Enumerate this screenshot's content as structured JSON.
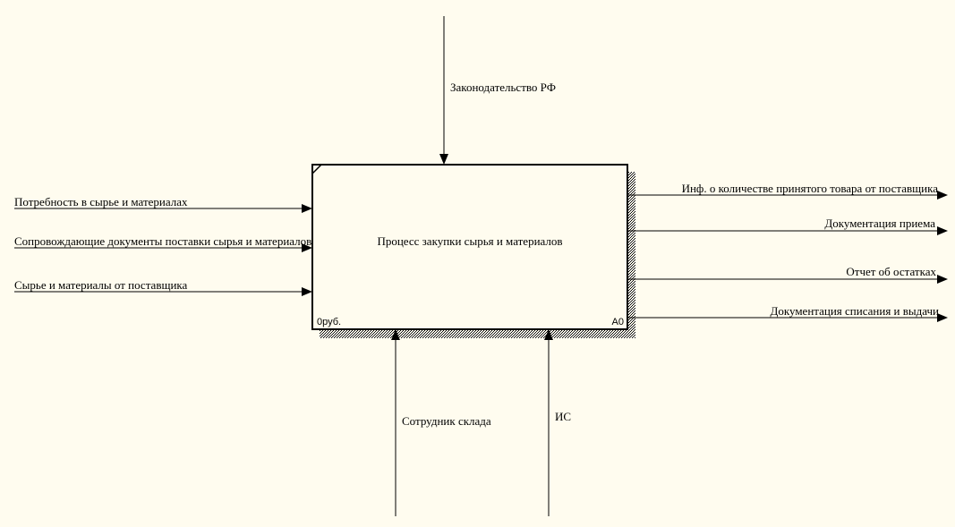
{
  "colors": {
    "background": "#fffcef",
    "lines": "#000000"
  },
  "activity": {
    "title": "Процесс закупки сырья и материалов",
    "cost": "0руб.",
    "node": "A0"
  },
  "controls": [
    {
      "label": "Законодательство РФ"
    }
  ],
  "inputs": [
    {
      "label": "Потребность в сырье и материалах"
    },
    {
      "label": "Сопровождающие документы поставки сырья и материалов"
    },
    {
      "label": "Сырье и материалы от поставщика"
    }
  ],
  "outputs": [
    {
      "label": "Инф. о количестве принятого товара от поставщика"
    },
    {
      "label": "Документация приема"
    },
    {
      "label": "Отчет об остатках"
    },
    {
      "label": "Документация списания и выдачи"
    }
  ],
  "mechanisms": [
    {
      "label": "Сотрудник склада"
    },
    {
      "label": "ИС"
    }
  ]
}
